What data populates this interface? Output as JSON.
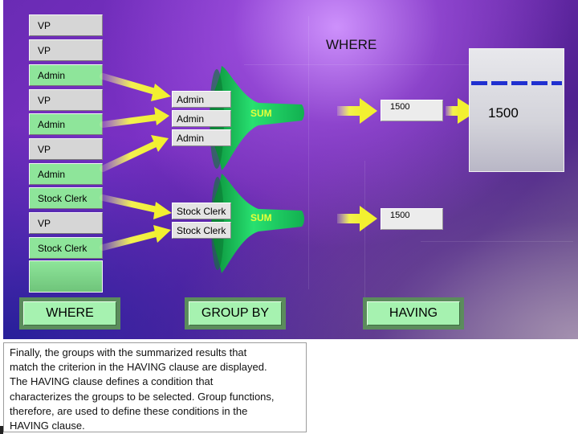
{
  "left_column": [
    {
      "label": "VP",
      "style": "gray"
    },
    {
      "label": "VP",
      "style": "gray"
    },
    {
      "label": "Admin",
      "style": "green"
    },
    {
      "label": "VP",
      "style": "gray"
    },
    {
      "label": "Admin",
      "style": "green"
    },
    {
      "label": "VP",
      "style": "gray"
    },
    {
      "label": "Admin",
      "style": "green"
    },
    {
      "label": "Stock Clerk",
      "style": "green"
    },
    {
      "label": "VP",
      "style": "gray"
    },
    {
      "label": "Stock Clerk",
      "style": "green"
    }
  ],
  "group_admin": [
    "Admin",
    "Admin",
    "Admin"
  ],
  "group_clerk": [
    "Stock Clerk",
    "Stock Clerk"
  ],
  "sum_label": "SUM",
  "where_top": "WHERE",
  "group_values": [
    "1500",
    "1500"
  ],
  "having_result": "1500",
  "stage_labels": {
    "where": "WHERE",
    "group_by": "GROUP BY",
    "having": "HAVING"
  },
  "caption_lines": [
    "Finally, the groups with the summarized results that",
    "match the criterion in the HAVING clause are displayed.",
    "The HAVING clause defines a condition that",
    "characterizes the groups to be selected. Group functions,",
    "therefore, are used to define these conditions in the",
    "HAVING clause."
  ],
  "colors": {
    "funnel": "#18c860",
    "arrow": "#f2f030",
    "sum_text": "#e6ff3a",
    "highlight_box": "#8ee59a"
  }
}
